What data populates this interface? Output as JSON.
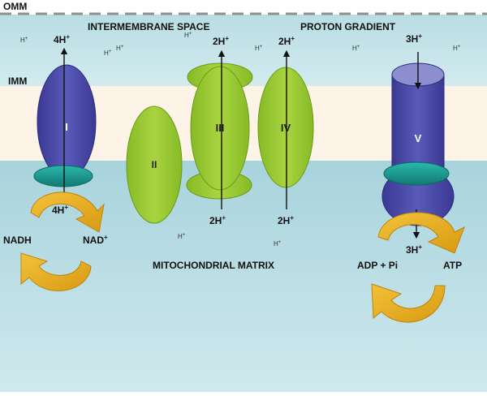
{
  "labels": {
    "omm": "OMM",
    "imm": "IMM",
    "intermembrane_space": "INTERMEMBRANE SPACE",
    "proton_gradient": "PROTON GRADIENT",
    "mitochondrial_matrix": "MITOCHONDRIAL MATRIX"
  },
  "complexes": {
    "complex_1": "I",
    "complex_2": "II",
    "complex_3": "III",
    "complex_4": "IV",
    "complex_5": "V"
  },
  "proton_labels": {
    "c1_top": "4H",
    "c1_bottom": "4H",
    "c3_top": "2H",
    "c3_bottom": "2H",
    "c4_top": "2H",
    "c4_bottom": "2H",
    "c5_top": "3H",
    "c5_bottom": "3H",
    "charge": "+"
  },
  "scattered_proton": "H",
  "reactions": {
    "nadh": "NADH",
    "nad": "NAD",
    "nad_charge": "+",
    "adp_pi": "ADP + Pi",
    "atp": "ATP"
  },
  "colors": {
    "space": "#c5e3e9",
    "matrix": "#b5d9e1",
    "membrane": "#fdf3e6",
    "complex_blue": "#4b4aa6",
    "complex_green": "#9ccc35",
    "teal": "#1c9e95",
    "arrow_gold": "#e8ad1c"
  }
}
